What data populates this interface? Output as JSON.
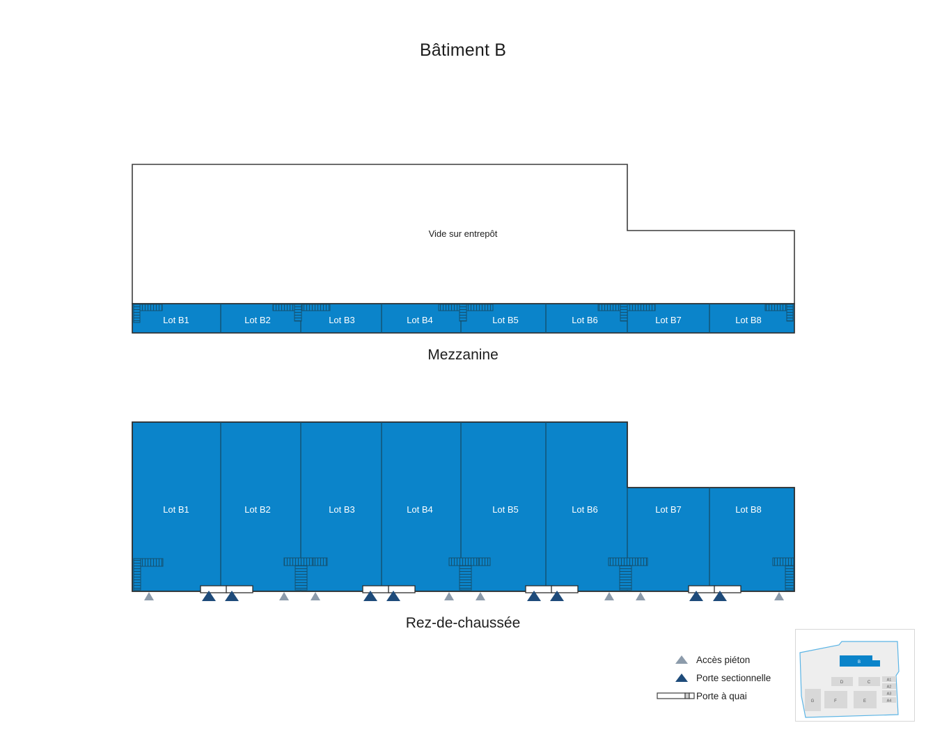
{
  "page": {
    "building_title": "Bâtiment B",
    "background": "#ffffff"
  },
  "colors": {
    "lot_fill": "#0b84ca",
    "lot_stroke": "#14506f",
    "outline": "#3c3c3c",
    "pedestrian_door": "#8c9bab",
    "sectional_door": "#1e4b7a",
    "dock_door_fill": "#ffffff",
    "dock_door_stroke": "#3c3c3c",
    "minimap_highlight": "#0b84ca",
    "minimap_building": "#d8d8d8",
    "minimap_site": "#eeeeee",
    "minimap_boundary": "#5bb4e5",
    "lot_label_text": "#ffffff"
  },
  "floors": [
    {
      "id": "mezzanine",
      "title": "Mezzanine",
      "void_label": "Vide sur entrepôt",
      "lots": [
        {
          "label": "Lot B1"
        },
        {
          "label": "Lot B2"
        },
        {
          "label": "Lot B3"
        },
        {
          "label": "Lot B4"
        },
        {
          "label": "Lot B5"
        },
        {
          "label": "Lot B6"
        },
        {
          "label": "Lot B7"
        },
        {
          "label": "Lot B8"
        }
      ]
    },
    {
      "id": "rez-de-chaussee",
      "title": "Rez-de-chaussée",
      "lots": [
        {
          "label": "Lot B1"
        },
        {
          "label": "Lot B2"
        },
        {
          "label": "Lot B3"
        },
        {
          "label": "Lot B4"
        },
        {
          "label": "Lot B5"
        },
        {
          "label": "Lot B6"
        },
        {
          "label": "Lot B7"
        },
        {
          "label": "Lot B8"
        }
      ]
    }
  ],
  "legend": {
    "items": [
      {
        "symbol": "pedestrian-access-triangle",
        "label": "Accès piéton"
      },
      {
        "symbol": "sectional-door-triangle",
        "label": "Porte sectionnelle"
      },
      {
        "symbol": "dock-door-bar",
        "label": "Porte à quai"
      }
    ]
  },
  "minimap": {
    "highlighted": "B",
    "buildings": [
      {
        "label": "B",
        "highlight": true
      },
      {
        "label": "D",
        "highlight": false
      },
      {
        "label": "C",
        "highlight": false
      },
      {
        "label": "G",
        "highlight": false
      },
      {
        "label": "F",
        "highlight": false
      },
      {
        "label": "E",
        "highlight": false
      }
    ],
    "strips": [
      "A1",
      "A2",
      "A3",
      "A4"
    ]
  }
}
